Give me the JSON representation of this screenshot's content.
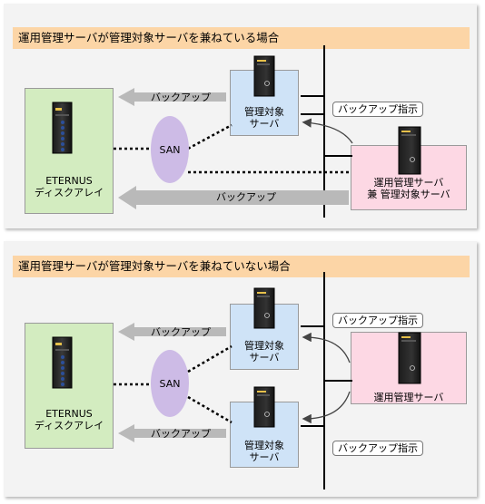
{
  "scenario1": {
    "title": "運用管理サーバが管理対象サーバを兼ねている場合",
    "storage": {
      "line1": "ETERNUS",
      "line2": "ディスクアレイ"
    },
    "san": "SAN",
    "managed_server": {
      "line1": "管理対象",
      "line2": "サーバ"
    },
    "ops_server": {
      "line1": "運用管理サーバ",
      "line2": "兼 管理対象サーバ"
    },
    "backup_top": "バックアップ",
    "backup_bottom": "バックアップ",
    "instruction": "バックアップ指示"
  },
  "scenario2": {
    "title": "運用管理サーバが管理対象サーバを兼ねていない場合",
    "storage": {
      "line1": "ETERNUS",
      "line2": "ディスクアレイ"
    },
    "san": "SAN",
    "managed_server_top": {
      "line1": "管理対象",
      "line2": "サーバ"
    },
    "managed_server_bottom": {
      "line1": "管理対象",
      "line2": "サーバ"
    },
    "ops_server": "運用管理サーバ",
    "backup_top": "バックアップ",
    "backup_bottom": "バックアップ",
    "instruction_top": "バックアップ指示",
    "instruction_bottom": "バックアップ指示"
  },
  "colors": {
    "header": "#fcd5a6",
    "storage_box": "#d3ecc0",
    "managed_box": "#cfe3f7",
    "ops_box": "#fdd8e4",
    "san": "#cdbbe6",
    "arrow": "#b9b9b9"
  }
}
